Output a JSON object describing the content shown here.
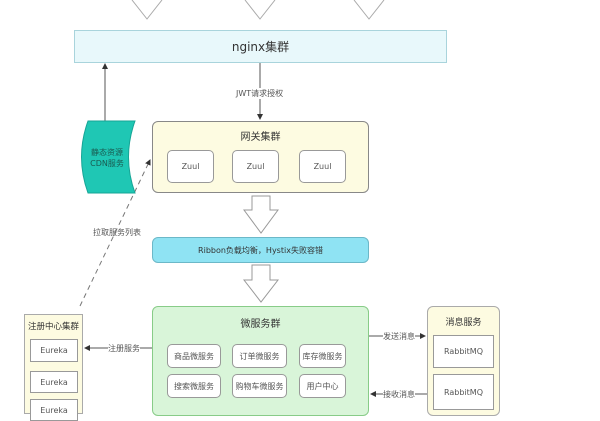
{
  "nginx": {
    "title": "nginx集群"
  },
  "jwt_label": "JWT请求授权",
  "cdn": {
    "line1": "静态资源",
    "line2": "CDN服务",
    "color": "#1fc7b4"
  },
  "gateway": {
    "title": "网关集群",
    "nodes": [
      "Zuul",
      "Zuul",
      "Zuul"
    ]
  },
  "pull_label": "拉取服务列表",
  "ribbon": {
    "text": "Ribbon负载均衡，Hystix失败容错"
  },
  "micro": {
    "title": "微服务群",
    "services": [
      "商品微服务",
      "订单微服务",
      "库存微服务",
      "搜索微服务",
      "购物车微服务",
      "用户中心"
    ]
  },
  "registry": {
    "title": "注册中心集群",
    "nodes": [
      "Eureka",
      "Eureka",
      "Eureka"
    ]
  },
  "register_label": "注册服务",
  "mq": {
    "title": "消息服务",
    "nodes": [
      "RabbitMQ",
      "RabbitMQ"
    ]
  },
  "send_label": "发送消息",
  "receive_label": "接收消息"
}
